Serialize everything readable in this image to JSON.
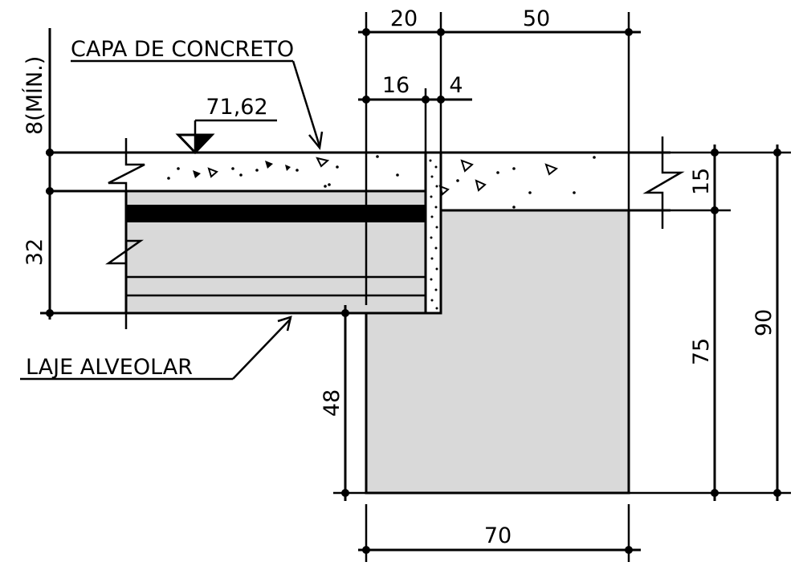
{
  "labels": {
    "capa_concreto": "CAPA DE CONCRETO",
    "laje_alveolar": "LAJE ALVEOLAR",
    "elevation": "71,62"
  },
  "dimensions": {
    "top_20": "20",
    "top_50": "50",
    "inner_16": "16",
    "inner_4": "4",
    "left_8": "8(MÍN.)",
    "left_32": "32",
    "right_15": "15",
    "right_75": "75",
    "right_90": "90",
    "beam_48": "48",
    "bottom_70": "70"
  },
  "colors": {
    "fill": "#d9d9d9",
    "line": "#000000"
  }
}
